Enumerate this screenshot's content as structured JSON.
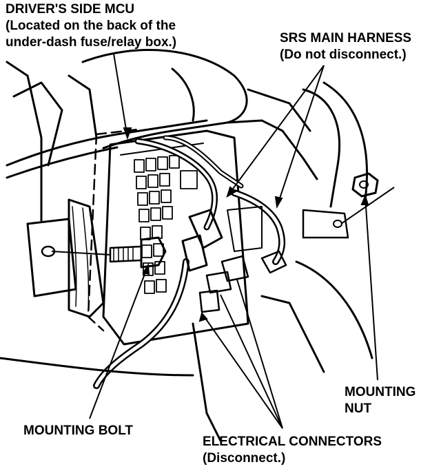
{
  "labels": {
    "mcu": {
      "line1": "DRIVER'S SIDE MCU",
      "line2": "(Located on the back of the",
      "line3": "under-dash fuse/relay box.)"
    },
    "srs": {
      "line1": "SRS MAIN HARNESS",
      "line2": "(Do not disconnect.)"
    },
    "bolt": {
      "line1": "MOUNTING BOLT"
    },
    "connectors": {
      "line1": "ELECTRICAL CONNECTORS",
      "line2": "(Disconnect.)"
    },
    "nut": {
      "line1": "MOUNTING",
      "line2": "NUT"
    }
  },
  "colors": {
    "ink": "#000000",
    "paper": "#ffffff"
  }
}
